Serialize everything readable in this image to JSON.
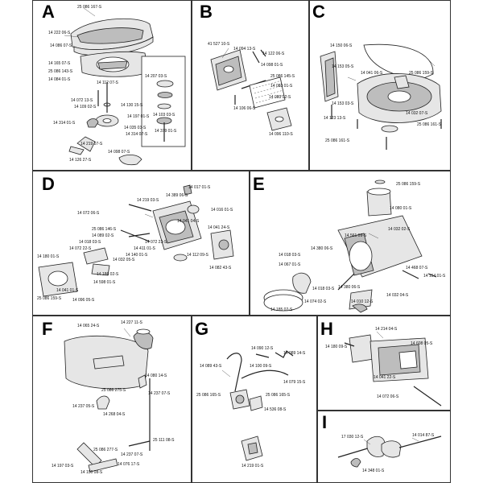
{
  "sections": {
    "A": {
      "letter": "A",
      "labels": [
        "25 086 167-S",
        "14 222 06-S",
        "14 086 07-S",
        "14 165 07-S",
        "25 086 143-S",
        "14 084 01-S",
        "14 112 07-S",
        "14 072 13-S",
        "14 109 02-S",
        "14 130 15-S",
        "14 314 01-S",
        "14 197 01-S",
        "14 035 03-S",
        "14 314 07-S",
        "14 219 07-S",
        "14 098 07-S",
        "14 126 27-S",
        "14 207 03-S",
        "14 103 03-S",
        "14 379 01-S"
      ]
    },
    "B": {
      "letter": "B",
      "labels": [
        "41 527 10-S",
        "14 094 13-S",
        "14 122 06-S",
        "14 098 01-S",
        "25 086 145-S",
        "14 083 01-S",
        "14 083 02-S",
        "14 106 06-S",
        "14 096 110-S"
      ]
    },
    "C": {
      "letter": "C",
      "labels": [
        "14 150 06-S",
        "14 153 05-S",
        "14 041 06-S",
        "25 086 159-S",
        "14 153 03-S",
        "14 123 13-S",
        "14 032 07-S",
        "25 086 161-S",
        "25 086 161-S"
      ]
    },
    "D": {
      "letter": "D",
      "labels": [
        "14 017 01-S",
        "14 219 03-S",
        "14 389 06-S",
        "14 072 06-S",
        "14 016 01-S",
        "14 041 04-S",
        "25 086 146-S",
        "14 089 02-S",
        "14 018 03-S",
        "14 072 22-S",
        "14 072 23-S",
        "14 411 01-S",
        "14 140 01-S",
        "14 032 05-S",
        "14 112 09-S",
        "14 041 24-S",
        "14 180 01-S",
        "14 186 02-S",
        "14 598 01-S",
        "14 041 01-S",
        "25 086 159-S",
        "14 096 05-S",
        "14 082 43-S"
      ]
    },
    "E": {
      "letter": "E",
      "labels": [
        "25 086 159-S",
        "14 080 01-S",
        "14 561 09-S",
        "14 032 02-S",
        "14 380 06-S",
        "14 018 03-S",
        "14 067 01-S",
        "14 468 07-S",
        "14 154 01-S",
        "14 018 03-S",
        "14 380 06-S",
        "14 074 02-S",
        "14 032 04-S",
        "14 010 12-S",
        "14 185 02-S"
      ]
    },
    "F": {
      "letter": "F",
      "labels": [
        "14 065 24-S",
        "14 227 11-S",
        "14 080 14-S",
        "25 086 275-S",
        "14 237 05-S",
        "14 268 04-S",
        "14 237 07-S",
        "25 111 08-S",
        "25 086 277-S",
        "14 237 07-S",
        "14 076 17-S",
        "14 197 03-S",
        "14 150 08-S"
      ]
    },
    "G": {
      "letter": "G",
      "labels": [
        "14 090 12-S",
        "14 089 14-S",
        "14 089 43-S",
        "14 100 09-S",
        "14 079 15-S",
        "25 086 165-S",
        "25 086 165-S",
        "14 536 08-S",
        "14 219 01-S"
      ]
    },
    "H": {
      "letter": "H",
      "labels": [
        "14 214 04-S",
        "14 180 09-S",
        "14 608 05-S",
        "14 041 22-S",
        "14 072 06-S"
      ]
    },
    "I": {
      "letter": "I",
      "labels": [
        "17 030 12-S",
        "14 014 87-S",
        "14 348 01-S"
      ]
    }
  }
}
